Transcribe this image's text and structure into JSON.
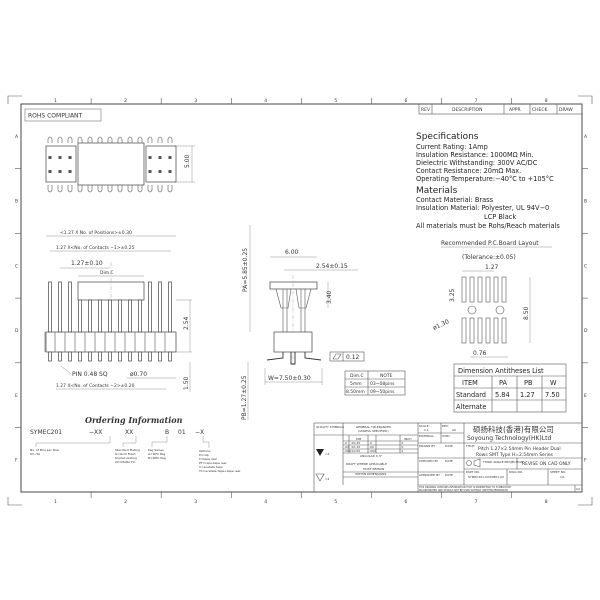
{
  "frame": {
    "columns": [
      "1",
      "2",
      "3",
      "4",
      "5",
      "6",
      "7",
      "8"
    ],
    "rows": [
      "A",
      "B",
      "C",
      "D",
      "E",
      "F"
    ]
  },
  "revision_table": {
    "rev": "REV",
    "description": "DESCRIPTION",
    "appr": "APPR",
    "check": "CHECK",
    "draw": "DRAW"
  },
  "rohs_label": "ROHS COMPLIANT",
  "specifications": {
    "heading": "Specifications",
    "lines": [
      "Current Rating:   1Amp",
      "Insulation Resistance:   1000MΩ  Min.",
      "Dielectric Withstanding:   300V AC/DC",
      "Contact Resistance:   20mΩ  Max.",
      "Operating Temperature:−40°C  to  +105°C"
    ]
  },
  "materials": {
    "heading": "Materials",
    "lines": [
      "Contact Material: Brass",
      "Insulation Material: Polyester,  UL  94V−0",
      "LCP   Black",
      "All materials  must  be  Rohs/Reach  materials"
    ]
  },
  "top_view": {
    "height_dim": "5.00"
  },
  "front_view": {
    "overall_length": "<1.27 X No. of Positions>±0.30",
    "contacts_span": "1.27 X<No. of Contacts −1>±0.25",
    "pitch": "1.27±0.10",
    "dim_c": "Dim.C",
    "pin_height": "2.54",
    "pin_size": "PIN 0.48 SQ",
    "post_dia": "ø0.70",
    "tail": "1.50",
    "contacts_span_bottom": "1.27 X<No. of Contacts −2>±0.20"
  },
  "side_view": {
    "pa": "PA=5.85±0.25",
    "width_top": "6.00",
    "row_pitch": "2.54±0.15",
    "height": "3.40",
    "coplanarity": "0.12",
    "w": "W=7.50±0.30",
    "pb": "PB=1.27±0.25"
  },
  "dim_c_table": {
    "headers": [
      "Dim.C",
      "NOTE"
    ],
    "rows": [
      [
        "5mm",
        "03~08pins"
      ],
      [
        "8.50mm",
        "09~50pins"
      ]
    ]
  },
  "pcb_layout": {
    "title": "Recommended  P.C.Board  Layout",
    "tolerance": "(Tolerance:±0.05)",
    "pitch": "1.27",
    "pad_length": "3.25",
    "hole": "ø1.30",
    "overall": "8.50",
    "pad_width": "0.76"
  },
  "dimension_list": {
    "title": "Dimension  Antitheses  List",
    "headers": [
      "ITEM",
      "PA",
      "PB",
      "W"
    ],
    "rows": [
      [
        "Standard",
        "5.84",
        "1.27",
        "7.50"
      ],
      [
        "Alternate",
        "",
        "",
        ""
      ]
    ]
  },
  "ordering": {
    "title": "Ordering Information",
    "code": [
      "SYMEC201",
      "−XX",
      "XX",
      "B",
      "01",
      "−",
      "X"
    ],
    "pins": [
      "No. of Pins per Row",
      "03~50"
    ],
    "plating": [
      "Standard Plating",
      "G=Gold Flash",
      "Duplex plating",
      "22=Matte Tin"
    ],
    "peg": [
      "Peg Series",
      "A=W/O Peg",
      "B=With Peg"
    ],
    "options": [
      "Options",
      "P=cap",
      "T=tape reel",
      "PT=cap+tape reel",
      "C=acetate tape",
      "TC=acetate tape+tape reel"
    ]
  },
  "title_block": {
    "quality_symbols": "QUALITY SYMBOLS",
    "quality_1": "=3",
    "quality_2": "=2",
    "tolerances_title": "GENERAL  TOLERANCES",
    "tolerances_sub": "(UNLESS  SPECIFIED)",
    "mm": "MM",
    "inch": "INCH",
    "tol_rows": [
      [
        ".X",
        "±0.25",
        ".X",
        "±"
      ],
      [
        ".XX",
        "±0.15",
        ".XX",
        "±"
      ],
      [
        ".XXX",
        "±0.05",
        ".XXX",
        "±"
      ]
    ],
    "angular": "ANGULAR  ±.5°",
    "draft_1": "DRAFT  WHERE  APPLICABLE",
    "draft_2": "MUST  REMAIN",
    "draft_3": "WITHIN  DIMENSIONS",
    "scale_label": "SCALE:",
    "scale_value": "1:1",
    "rev_label": "REV:",
    "rev_value": "A0",
    "material_label": "MATERIAL:",
    "uwd_label": "UWD:",
    "drawn_by": "DRAWN BY",
    "checked_by": "CHECKED BY",
    "approved_by": "APPROVED BY",
    "date": "DATE",
    "company_cn": "硕扬科技(香港)有限公司",
    "company_en": "Soyoung  Technology(HK)Ltd",
    "title_label": "TITLE:",
    "title_1": "Pitch  1.27×2.54mm  Pin  Header  Dual",
    "title_2": "Rows  SMT  Type  H=2.54mm  Series",
    "projection": "THIRD ANGLE PROJECTION",
    "revise": "REVISE  ON  CAD  ONLY",
    "part_no_label": "PART NO.",
    "part_no": "SYMEC201-XXXXB01-XX",
    "dwg_no_label": "DWG NO.",
    "sheet_label": "SHEET NO.",
    "sheet": "1/1",
    "notice_1": "THIS DRAWING CONTAINS INFORMATION THAT IS PROPRIETARY TO SYMBOYATCH",
    "notice_2": "INCORPORATED AND SHOULD NOT BE USED WITHOUT WRITTEN PERMISSION",
    "size": "A4"
  }
}
